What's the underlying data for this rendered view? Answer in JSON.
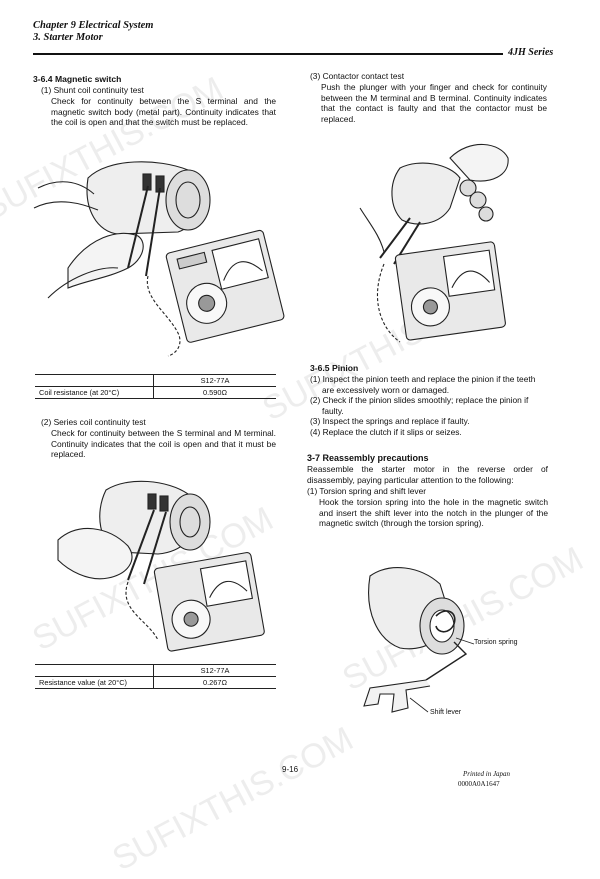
{
  "header": {
    "chapter": "Chapter 9 Electrical System",
    "section": "3. Starter Motor",
    "series": "4JH  Series"
  },
  "left": {
    "s364_title": "3-6.4 Magnetic switch",
    "item1_title": "(1) Shunt coil continuity test",
    "item1_body": "Check for continuity between the S terminal and the magnetic switch body (metal part). Continuity indicates that the coil is open and that the switch must be replaced.",
    "table1": {
      "col": "S12-77A",
      "row_label": "Coil resistance (at 20°C)",
      "value": "0.590Ω"
    },
    "item2_title": "(2) Series coil continuity test",
    "item2_body": "Check for continuity between the S terminal and M terminal. Continuity indicates that the coil is open and that it must be replaced.",
    "table2": {
      "col": "S12-77A",
      "row_label": "Resistance value (at 20°C)",
      "value": "0.267Ω"
    }
  },
  "right": {
    "item3_title": "(3) Contactor contact test",
    "item3_body": "Push the plunger with your finger and check for continuity between the M terminal and B terminal. Continuity indicates that the contact is faulty and that the contactor must be replaced.",
    "s365_title": "3-6.5 Pinion",
    "pinion_items": [
      "(1) Inspect the pinion teeth and replace the pinion if the teeth are excessively worn or damaged.",
      "(2) Check if the pinion slides smoothly; replace the pinion if faulty.",
      "(3) Inspect the springs and replace if faulty.",
      "(4) Replace the clutch if it slips or seizes."
    ],
    "s37_title": "3-7 Reassembly precautions",
    "s37_intro": "Reassemble the starter motor in the reverse order of disassembly, paying particular attention to the following:",
    "s37_item1_title": "(1) Torsion spring and shift lever",
    "s37_item1_body": "Hook the torsion spring into the hole in the magnetic switch and insert the shift lever into the notch in the plunger of the magnetic switch (through the torsion spring).",
    "fig_labels": {
      "torsion": "Torsion spring",
      "shift": "Shift lever"
    }
  },
  "footer": {
    "page": "9-16",
    "printed": "Printed in Japan",
    "code": "0000A0A1647"
  },
  "watermark": "SUFIXTHIS.COM"
}
